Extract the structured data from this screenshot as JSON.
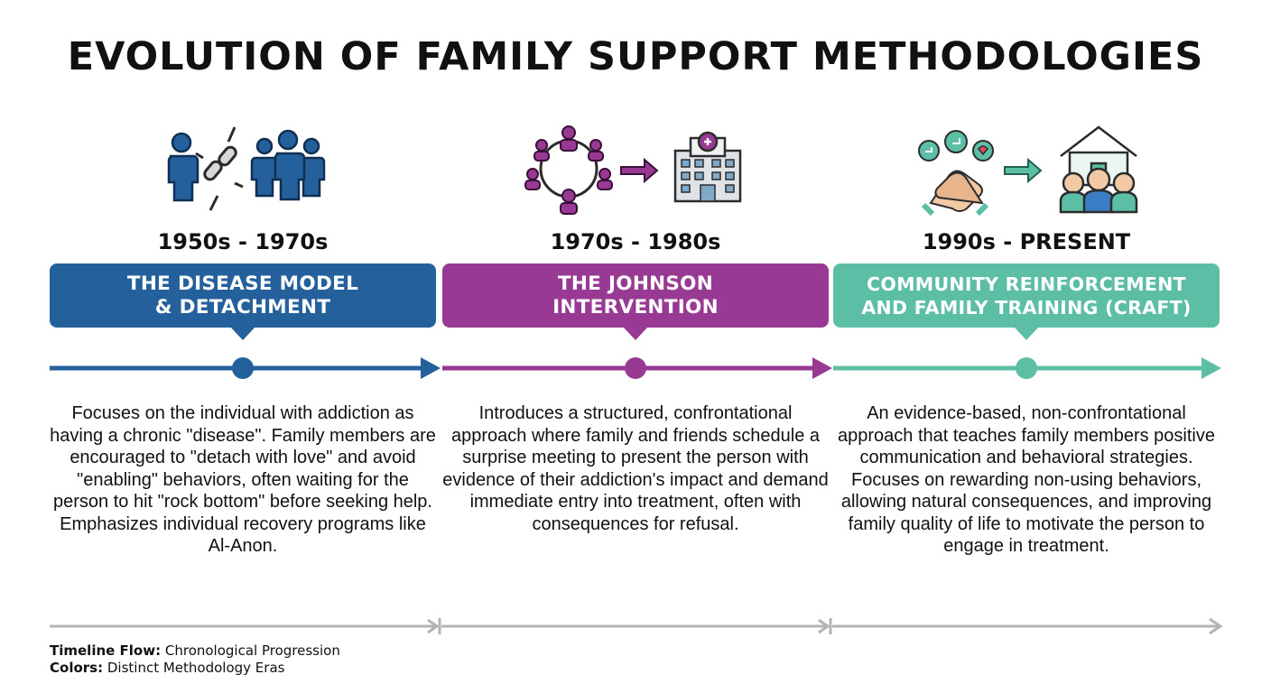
{
  "title": "EVOLUTION OF FAMILY SUPPORT METHODOLOGIES",
  "colors": {
    "era1": "#24609c",
    "era2": "#983a93",
    "era3": "#5cbfa5",
    "flow": "#b3b3b3"
  },
  "eras": [
    {
      "period": "1950s - 1970s",
      "label": "THE DISEASE MODEL\n& DETACHMENT",
      "description": "Focuses on the individual with addiction as having a chronic \"disease\". Family members are encouraged to \"detach with love\" and avoid \"enabling\" behaviors, often waiting for the person to hit \"rock bottom\" before seeking help. Emphasizes individual recovery programs like Al-Anon.",
      "icons": [
        "person-icon",
        "broken-chain-icon",
        "group-icon"
      ]
    },
    {
      "period": "1970s - 1980s",
      "label": "THE JOHNSON\nINTERVENTION",
      "description": "Introduces a structured, confrontational approach where family and friends schedule a surprise meeting to present the person with evidence of their addiction's impact and demand immediate entry into treatment, often with consequences for refusal.",
      "icons": [
        "circle-meeting-icon",
        "arrow-right-icon",
        "hospital-icon"
      ]
    },
    {
      "period": "1990s - PRESENT",
      "label": "COMMUNITY REINFORCEMENT\nAND FAMILY TRAINING (CRAFT)",
      "description": "An evidence-based, non-confrontational approach that teaches family members positive communication and behavioral strategies. Focuses on rewarding non-using behaviors, allowing natural consequences, and improving family quality of life to motivate the person to engage in treatment.",
      "icons": [
        "handshake-feedback-icon",
        "arrow-right-icon",
        "family-home-icon"
      ]
    }
  ],
  "legend": {
    "flow_key": "Timeline Flow:",
    "flow_value": "Chronological Progression",
    "colors_key": "Colors:",
    "colors_value": "Distinct Methodology Eras"
  }
}
